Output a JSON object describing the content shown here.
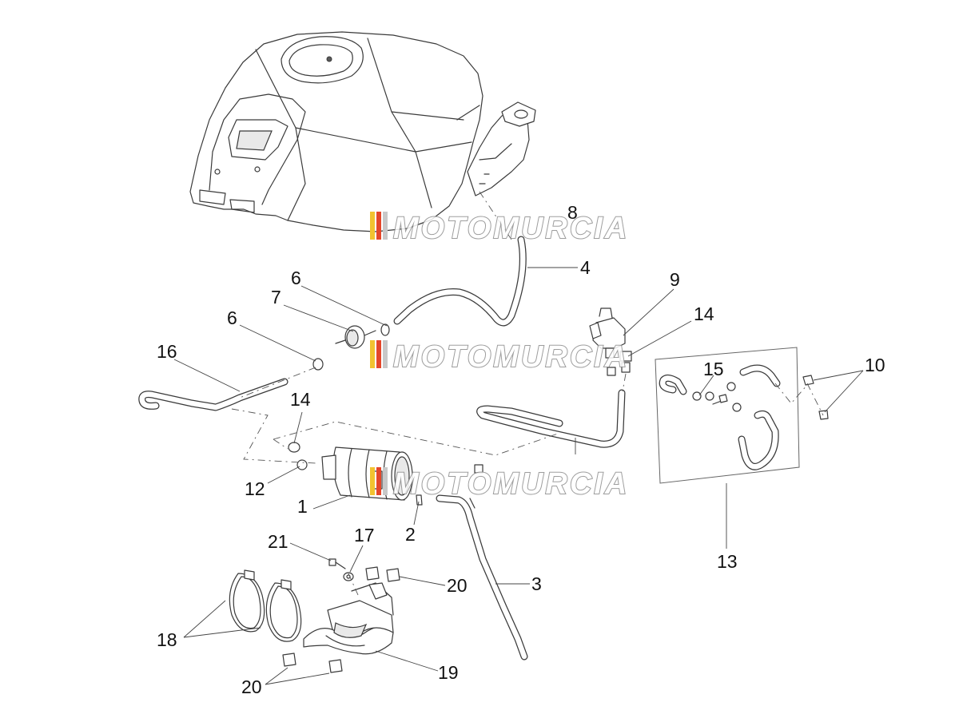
{
  "watermark": {
    "text": "MOTOMURCIA",
    "stripe_colors": [
      "#f2c230",
      "#e4462a",
      "#c8c8c8"
    ]
  },
  "callouts": [
    {
      "id": "c1",
      "label": "1"
    },
    {
      "id": "c2",
      "label": "2"
    },
    {
      "id": "c3",
      "label": "3"
    },
    {
      "id": "c4",
      "label": "4"
    },
    {
      "id": "c6a",
      "label": "6"
    },
    {
      "id": "c6b",
      "label": "6"
    },
    {
      "id": "c7",
      "label": "7"
    },
    {
      "id": "c8",
      "label": "8"
    },
    {
      "id": "c9",
      "label": "9"
    },
    {
      "id": "c10",
      "label": "10"
    },
    {
      "id": "c12",
      "label": "12"
    },
    {
      "id": "c13",
      "label": "13"
    },
    {
      "id": "c14a",
      "label": "14"
    },
    {
      "id": "c14b",
      "label": "14"
    },
    {
      "id": "c15",
      "label": "15"
    },
    {
      "id": "c16",
      "label": "16"
    },
    {
      "id": "c17",
      "label": "17"
    },
    {
      "id": "c18",
      "label": "18"
    },
    {
      "id": "c19",
      "label": "19"
    },
    {
      "id": "c20a",
      "label": "20"
    },
    {
      "id": "c20b",
      "label": "20"
    },
    {
      "id": "c21",
      "label": "21"
    }
  ]
}
